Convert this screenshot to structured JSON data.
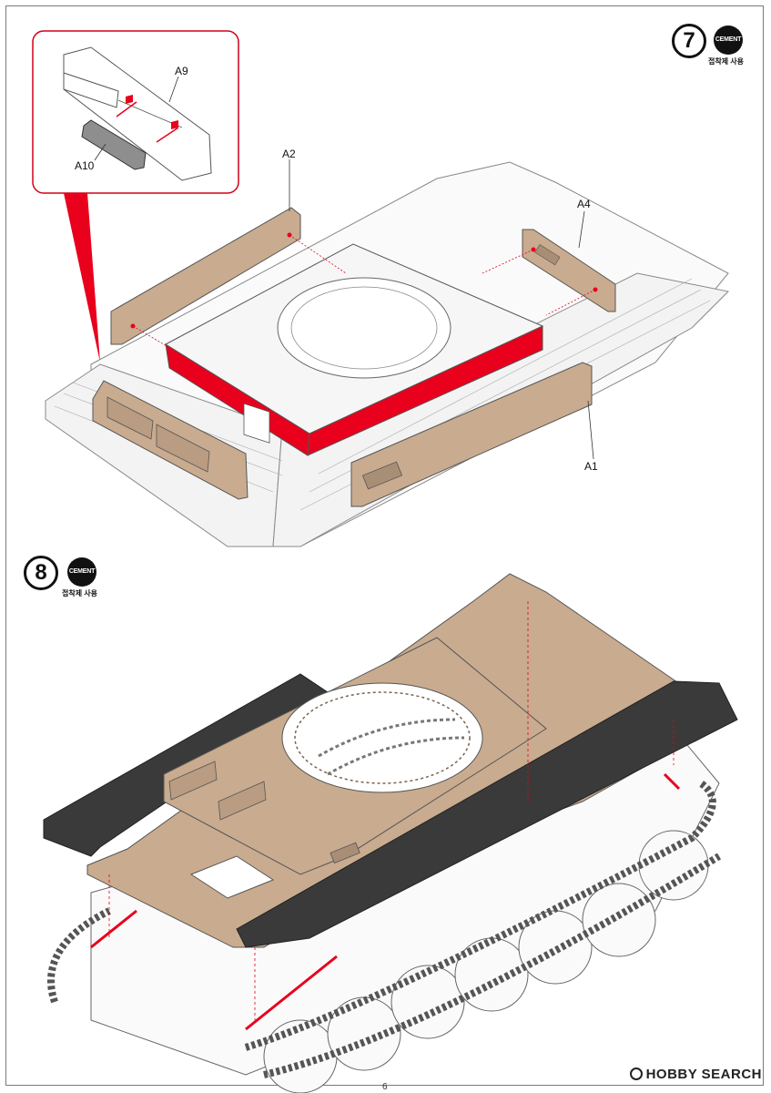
{
  "steps": [
    {
      "number": "7",
      "cement_label": "CEMENT",
      "cement_note": "접착제 사용"
    },
    {
      "number": "8",
      "cement_label": "CEMENT",
      "cement_note": "접착제 사용"
    }
  ],
  "part_labels": {
    "a9": "A9",
    "a10": "A10",
    "a2": "A2",
    "a4": "A4",
    "a1": "A1"
  },
  "colors": {
    "part_tan": "#c9ab8f",
    "highlight_red": "#e8001c",
    "track_dark": "#3a3a3a",
    "outline": "#555555",
    "callout_border": "#d00018"
  },
  "footer": {
    "watermark": "HOBBY SEARCH",
    "page_number": "6"
  }
}
